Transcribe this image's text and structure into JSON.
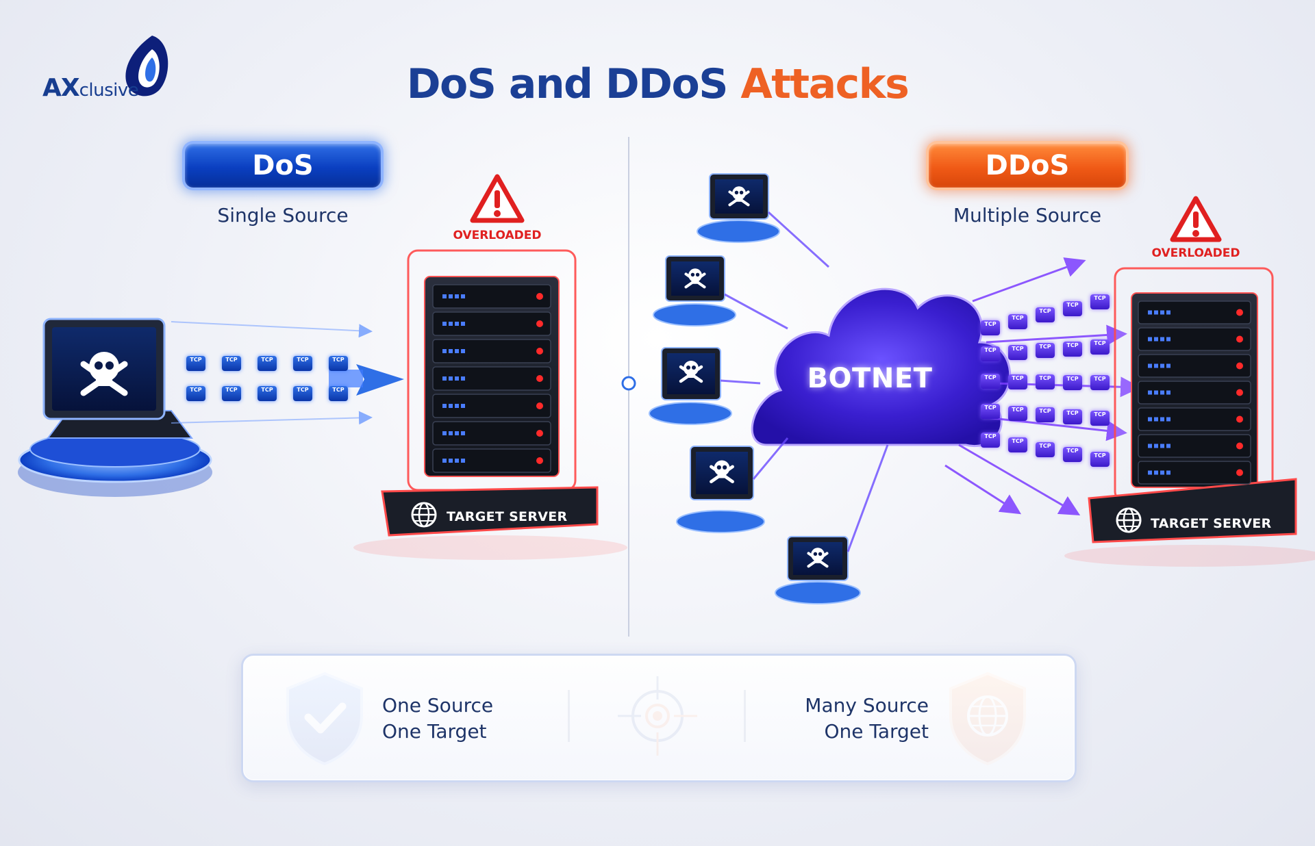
{
  "brand": {
    "logo_text_main": "AX",
    "logo_text_rest": "clusive"
  },
  "title": {
    "part1": "DoS and DDoS ",
    "part2": "Attacks"
  },
  "dos": {
    "label": "DoS",
    "subtitle": "Single Source"
  },
  "ddos": {
    "label": "DDoS",
    "subtitle": "Multiple Source"
  },
  "target_left": {
    "status": "OVERLOADED",
    "label": "TARGET SERVER"
  },
  "target_right": {
    "status": "OVERLOADED",
    "label": "TARGET SERVER"
  },
  "botnet": {
    "label": "BOTNET"
  },
  "packet_label": "TCP",
  "legend": {
    "left_line1": "One Source",
    "left_line2": "One Target",
    "right_line1": "Many Source",
    "right_line2": "One Target"
  },
  "colors": {
    "accent_blue": "#1b3f95",
    "accent_orange": "#ee6124",
    "alert_red": "#e02020",
    "botnet_purple": "#4a2be0"
  },
  "icons": [
    "skull-crossbones-icon",
    "warning-triangle-icon",
    "globe-icon",
    "shield-check-icon",
    "target-crosshair-icon",
    "shield-globe-icon",
    "logo-drop-icon"
  ]
}
